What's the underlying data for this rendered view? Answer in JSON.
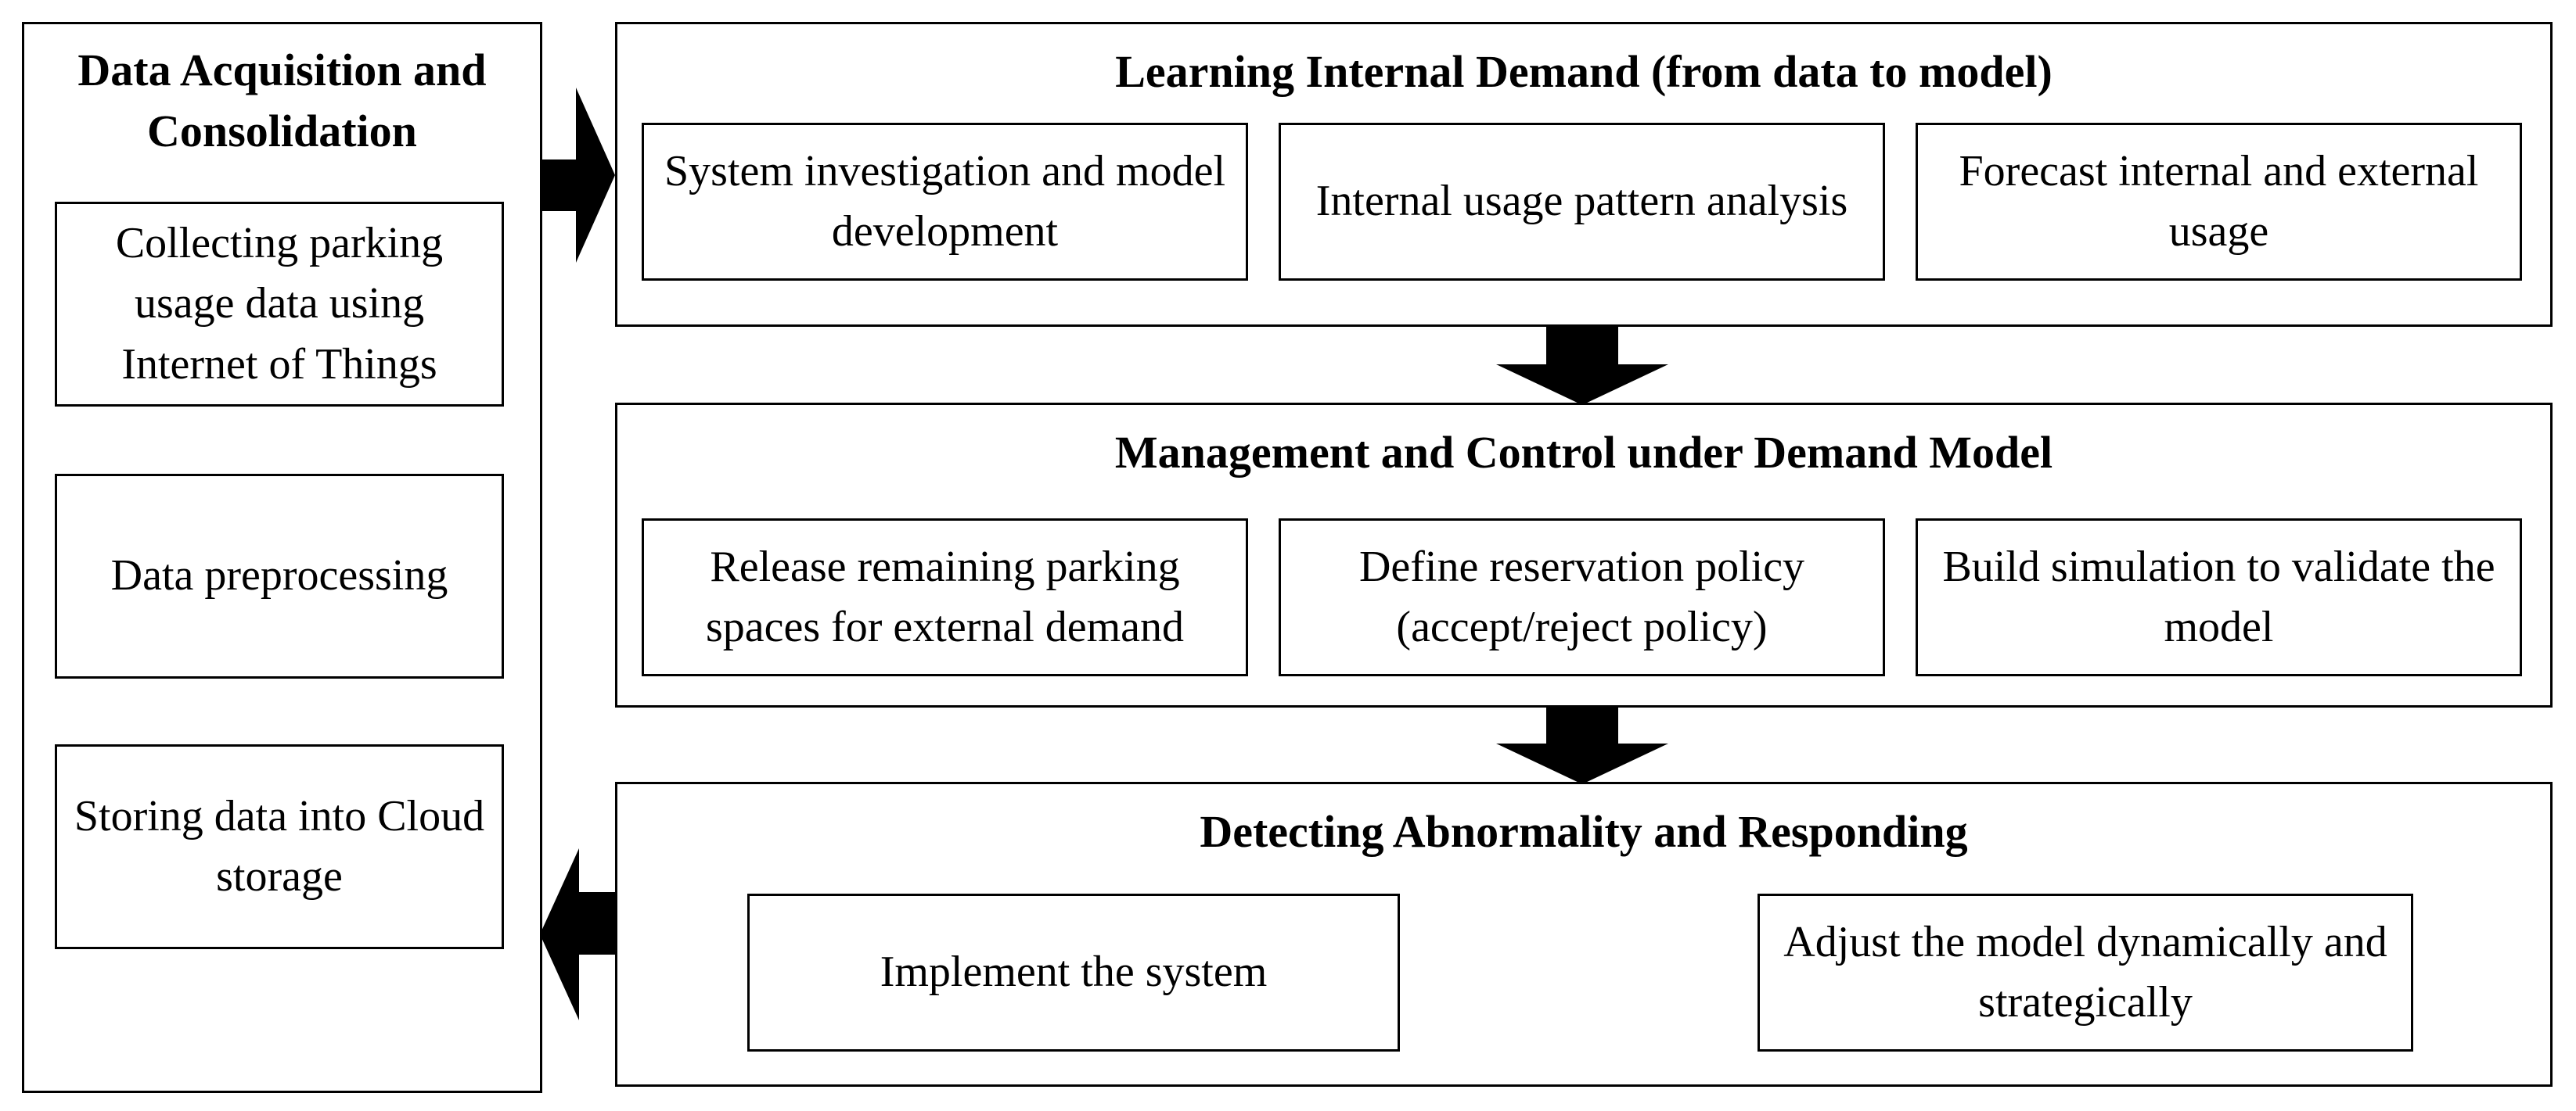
{
  "left_panel": {
    "title": "Data Acquisition and Consolidation",
    "steps": [
      "Collecting parking usage data using Internet of Things",
      "Data preprocessing",
      "Storing data into Cloud storage"
    ]
  },
  "stages": [
    {
      "title": "Learning Internal Demand (from data to model)",
      "steps": [
        "System investigation and model development",
        "Internal usage pattern analysis",
        "Forecast internal and external usage"
      ]
    },
    {
      "title": "Management and Control under Demand Model",
      "steps": [
        "Release remaining parking spaces for external demand",
        "Define reservation policy (accept/reject policy)",
        "Build simulation to validate the model"
      ]
    },
    {
      "title": "Detecting Abnormality and Responding",
      "steps": [
        "Implement the system",
        "Adjust the model dynamically and strategically"
      ]
    }
  ]
}
